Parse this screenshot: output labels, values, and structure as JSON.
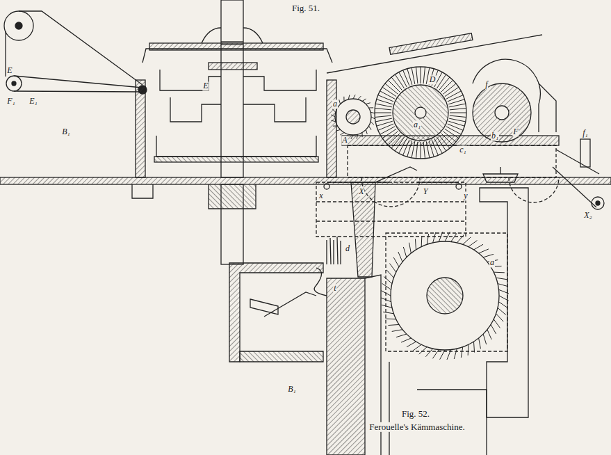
{
  "diagram": {
    "caption": "Ferouelle's Kämmaschine.",
    "labels": [
      "Fig. 51.",
      "E",
      "F₁",
      "E₁",
      "B₁",
      "E",
      "a",
      "A",
      "D",
      "a₁",
      "f",
      "F",
      "b₁",
      "c₁",
      "f₁",
      "X",
      "x",
      "Y",
      "y",
      "X₂",
      "a",
      "d",
      "t",
      "B₁",
      "Fig. 52."
    ]
  }
}
